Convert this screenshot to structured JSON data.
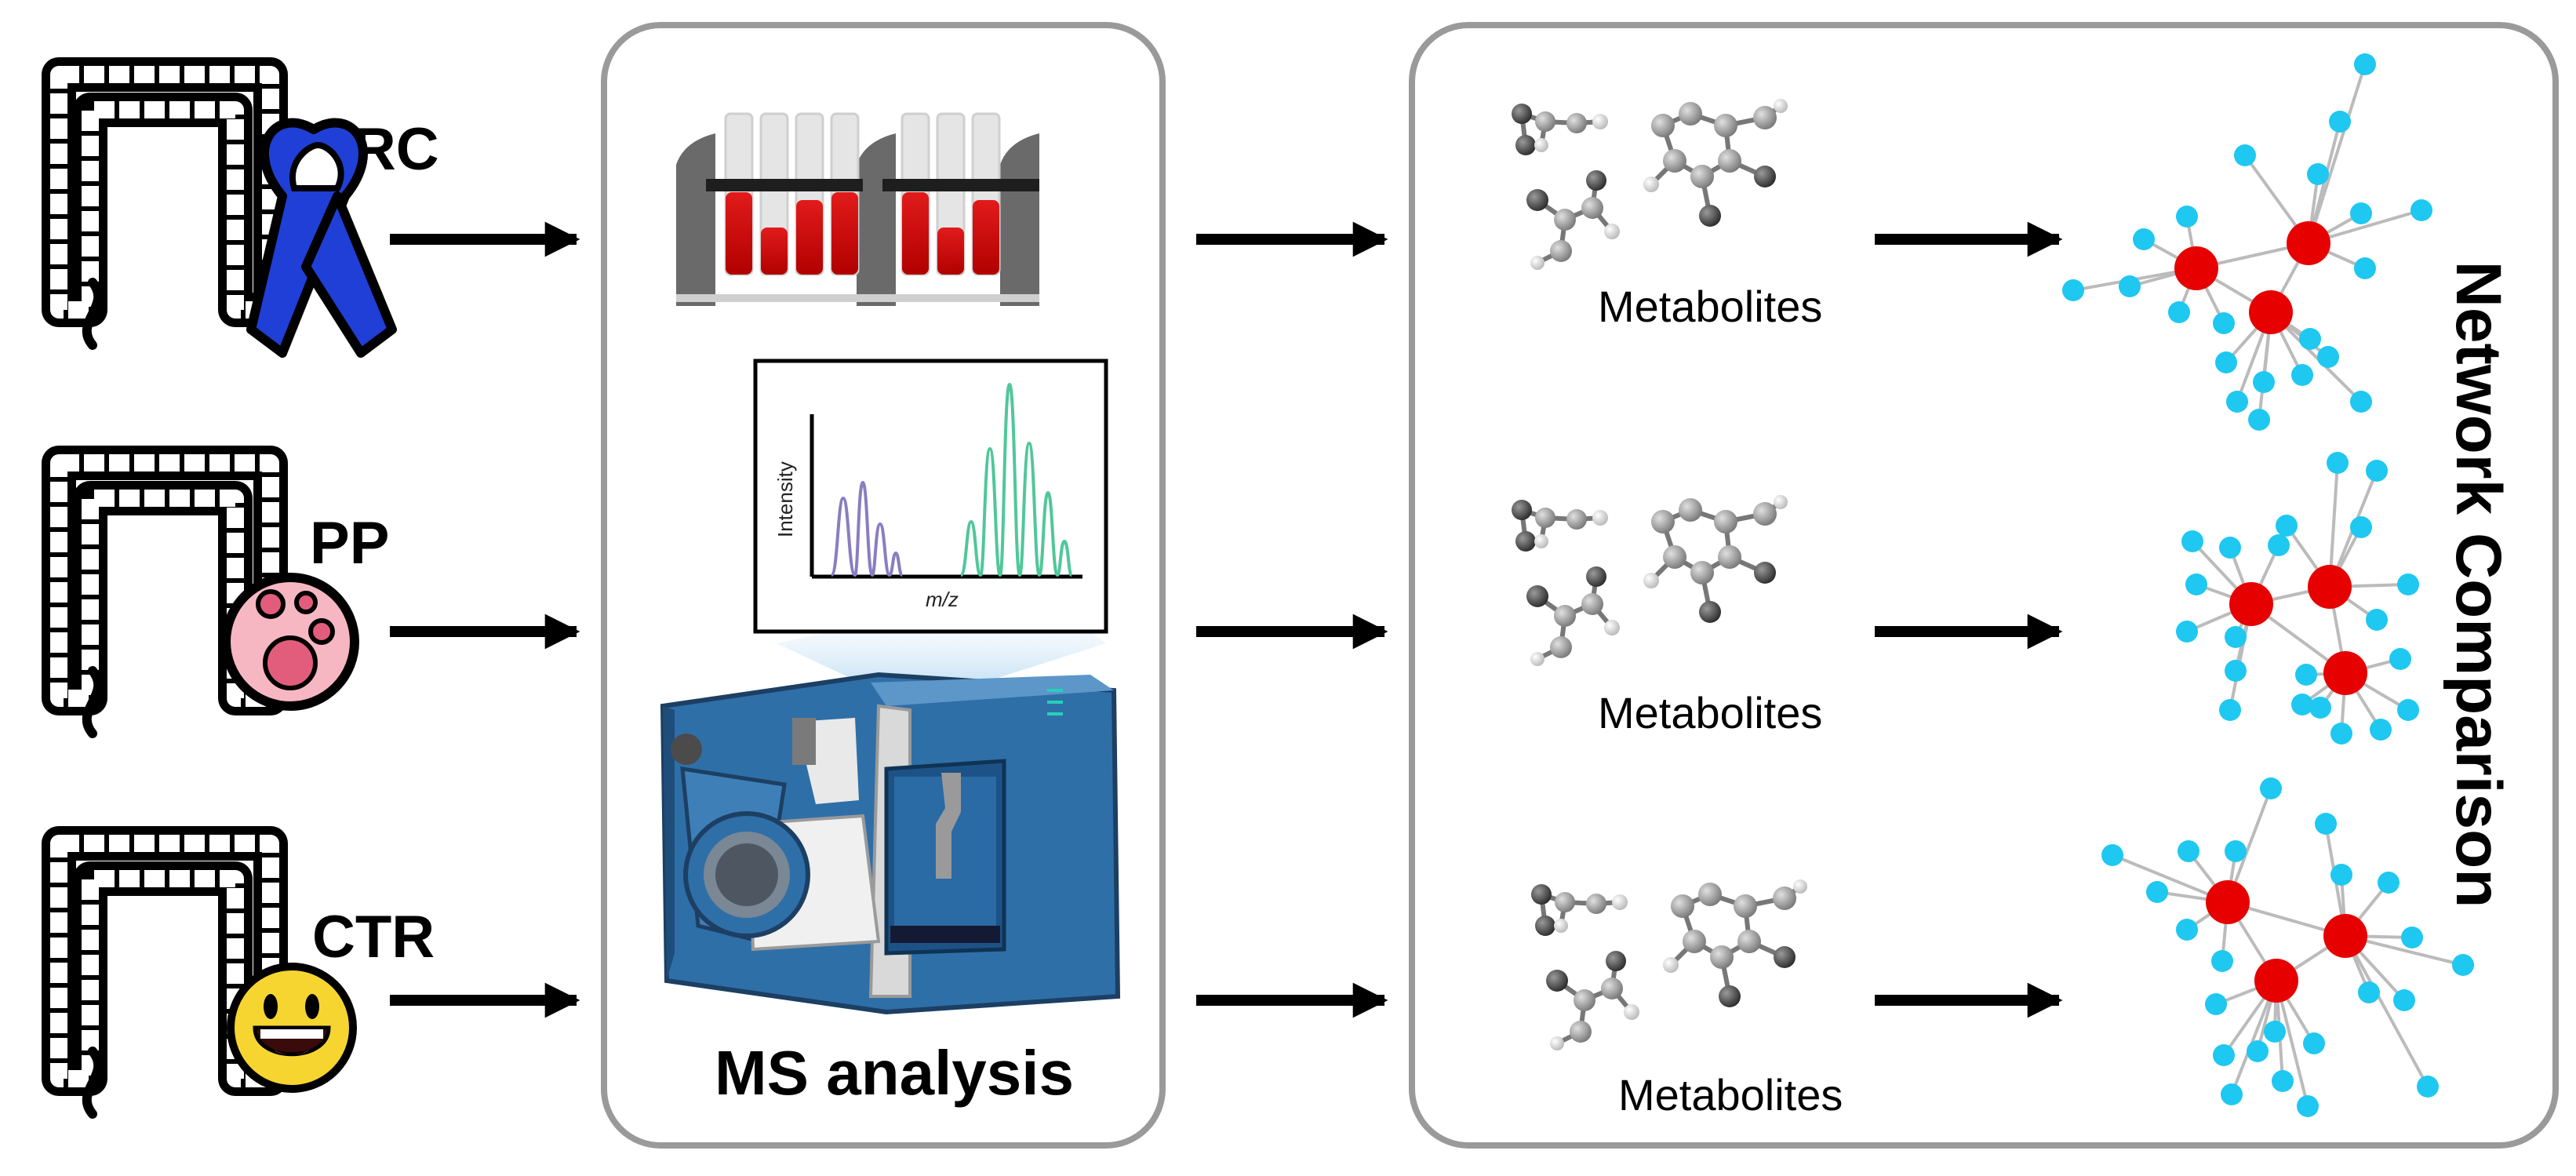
{
  "groups": [
    {
      "label": "CRC",
      "icon": "ribbon-icon"
    },
    {
      "label": "PP",
      "icon": "polyp-icon"
    },
    {
      "label": "CTR",
      "icon": "smiley-icon"
    }
  ],
  "ms_panel": {
    "title": "MS analysis",
    "spectrum": {
      "ylabel": "Intensity",
      "xlabel": "m/z"
    }
  },
  "metabolites_label": "Metabolites",
  "network_title": "Network Comparison",
  "colors": {
    "hub_node": "#e60000",
    "leaf_node": "#1ec8f0",
    "edge": "#bbbbbb",
    "panel_border": "#9a9a9a",
    "ribbon": "#1f3fd6",
    "smiley": "#f7d531",
    "polyp": "#f6b7c3",
    "ms_instrument": "#2f6fa8",
    "spectrum_left": "#8a7dc0",
    "spectrum_right": "#4fc79a"
  }
}
